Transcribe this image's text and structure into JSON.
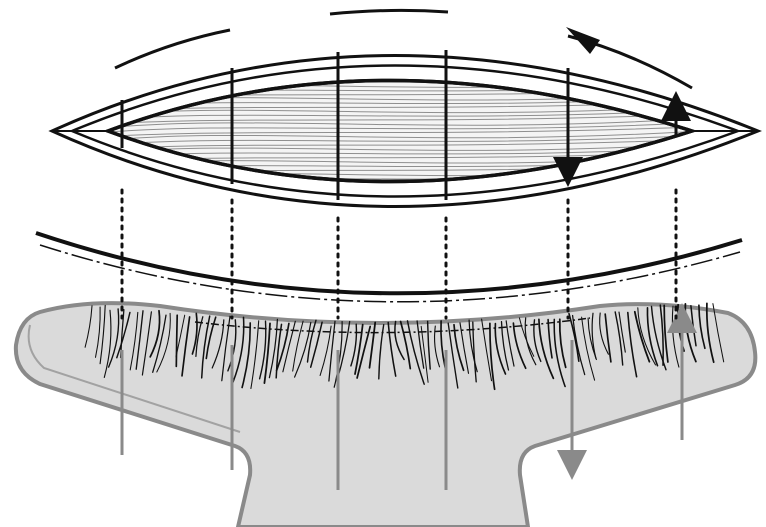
{
  "colors": {
    "background": "#ffffff",
    "ink": "#111111",
    "guard_fill": "#dadada",
    "guard_stroke": "#8a8a8a",
    "muscle_fiber": "#8f8f8f",
    "muscle_fill": "#f4f4f4"
  },
  "figure": {
    "labels": []
  },
  "elements": {
    "incision": "elliptical-skin-incision",
    "muscle": "exposed-orbicularis-muscle",
    "lid_margin": "upper-eyelid-margin",
    "lashes": "eyelashes",
    "guard": "eyelid-protective-guard",
    "sutures": "vertical-suture-lines",
    "direction": "suture-direction-arrows"
  }
}
